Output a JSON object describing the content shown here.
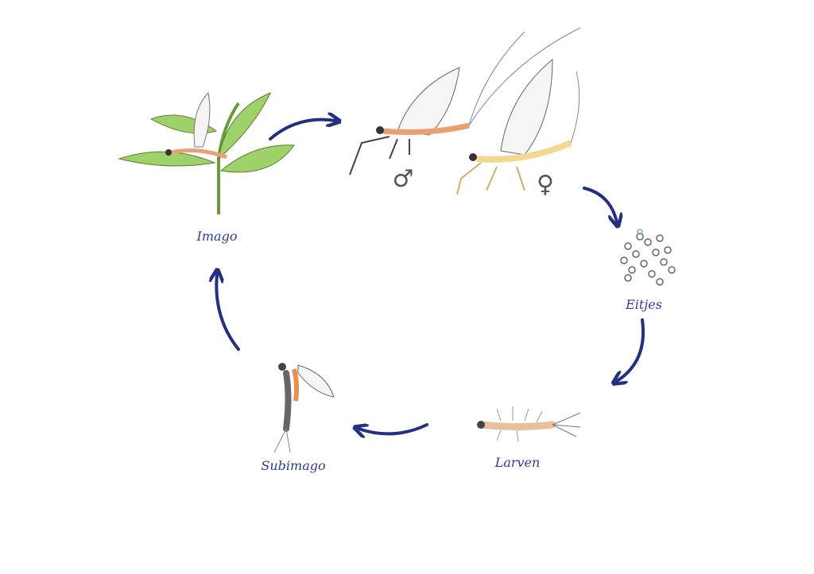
{
  "title": "Mayfly life cycle",
  "stages": [
    {
      "id": "imago",
      "label": "Imago"
    },
    {
      "id": "eitjes",
      "label": "Eitjes"
    },
    {
      "id": "larven",
      "label": "Larven"
    },
    {
      "id": "subimago",
      "label": "Subimago"
    }
  ],
  "symbols": {
    "male": "♂",
    "female": "♀"
  },
  "colors": {
    "arrow": "#243080",
    "label": "#2f3b8f"
  }
}
